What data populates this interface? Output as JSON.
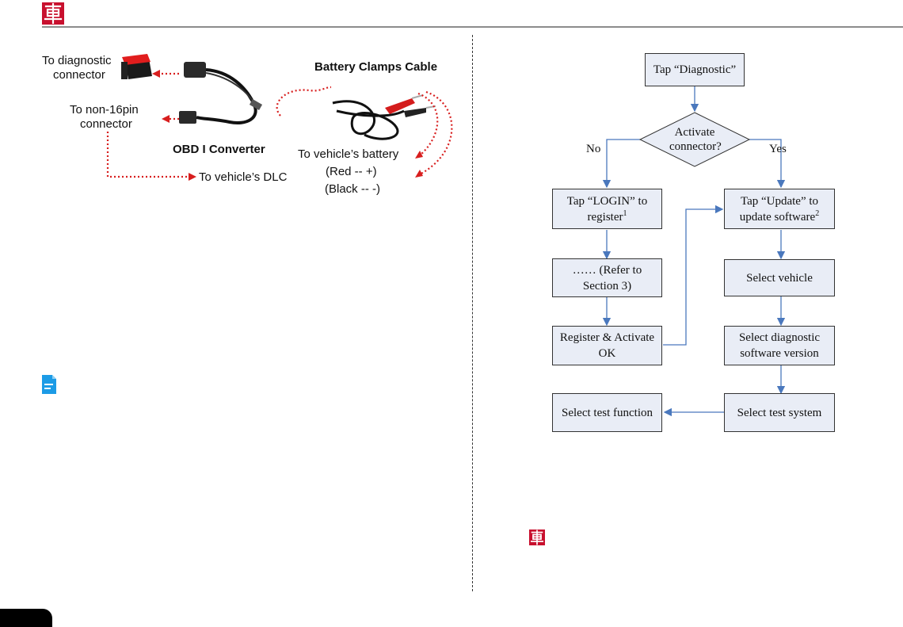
{
  "cable_diagram": {
    "to_diagnostic_connector": [
      "To diagnostic",
      "connector"
    ],
    "to_non16pin_connector": [
      "To non-16pin",
      "connector"
    ],
    "battery_clamps_cable": "Battery Clamps Cable",
    "obd1_converter": "OBD I Converter",
    "to_vehicle_dlc": "To vehicle’s DLC",
    "to_vehicle_battery": "To vehicle’s battery",
    "red": "(Red -- +)",
    "black": "(Black -- -)"
  },
  "flowchart": {
    "tap_diagnostic": "Tap “Diagnostic”",
    "activate": [
      "Activate",
      "connector?"
    ],
    "no": "No",
    "yes": "Yes",
    "login_line1": "Tap “LOGIN” to",
    "login_line2": "register",
    "login_sup": "1",
    "update_line1": "Tap “Update” to",
    "update_line2": "update software",
    "update_sup": "2",
    "refer_line1": "…… (Refer to",
    "refer_line2": "Section 3)",
    "select_vehicle": "Select vehicle",
    "register_line1": "Register & Activate",
    "register_line2": "OK",
    "diag_line1": "Select diagnostic",
    "diag_line2": "software version",
    "select_test_function": "Select test function",
    "select_test_system": "Select test system"
  },
  "colors": {
    "brand_red": "#c8102e",
    "arrow_red": "#d81e1e",
    "flow_blue": "#4a78bd",
    "box_fill": "#e9edf6",
    "note_blue": "#1c9be6"
  },
  "icons": {
    "logo": "che-character-logo",
    "note": "note-document-icon"
  }
}
